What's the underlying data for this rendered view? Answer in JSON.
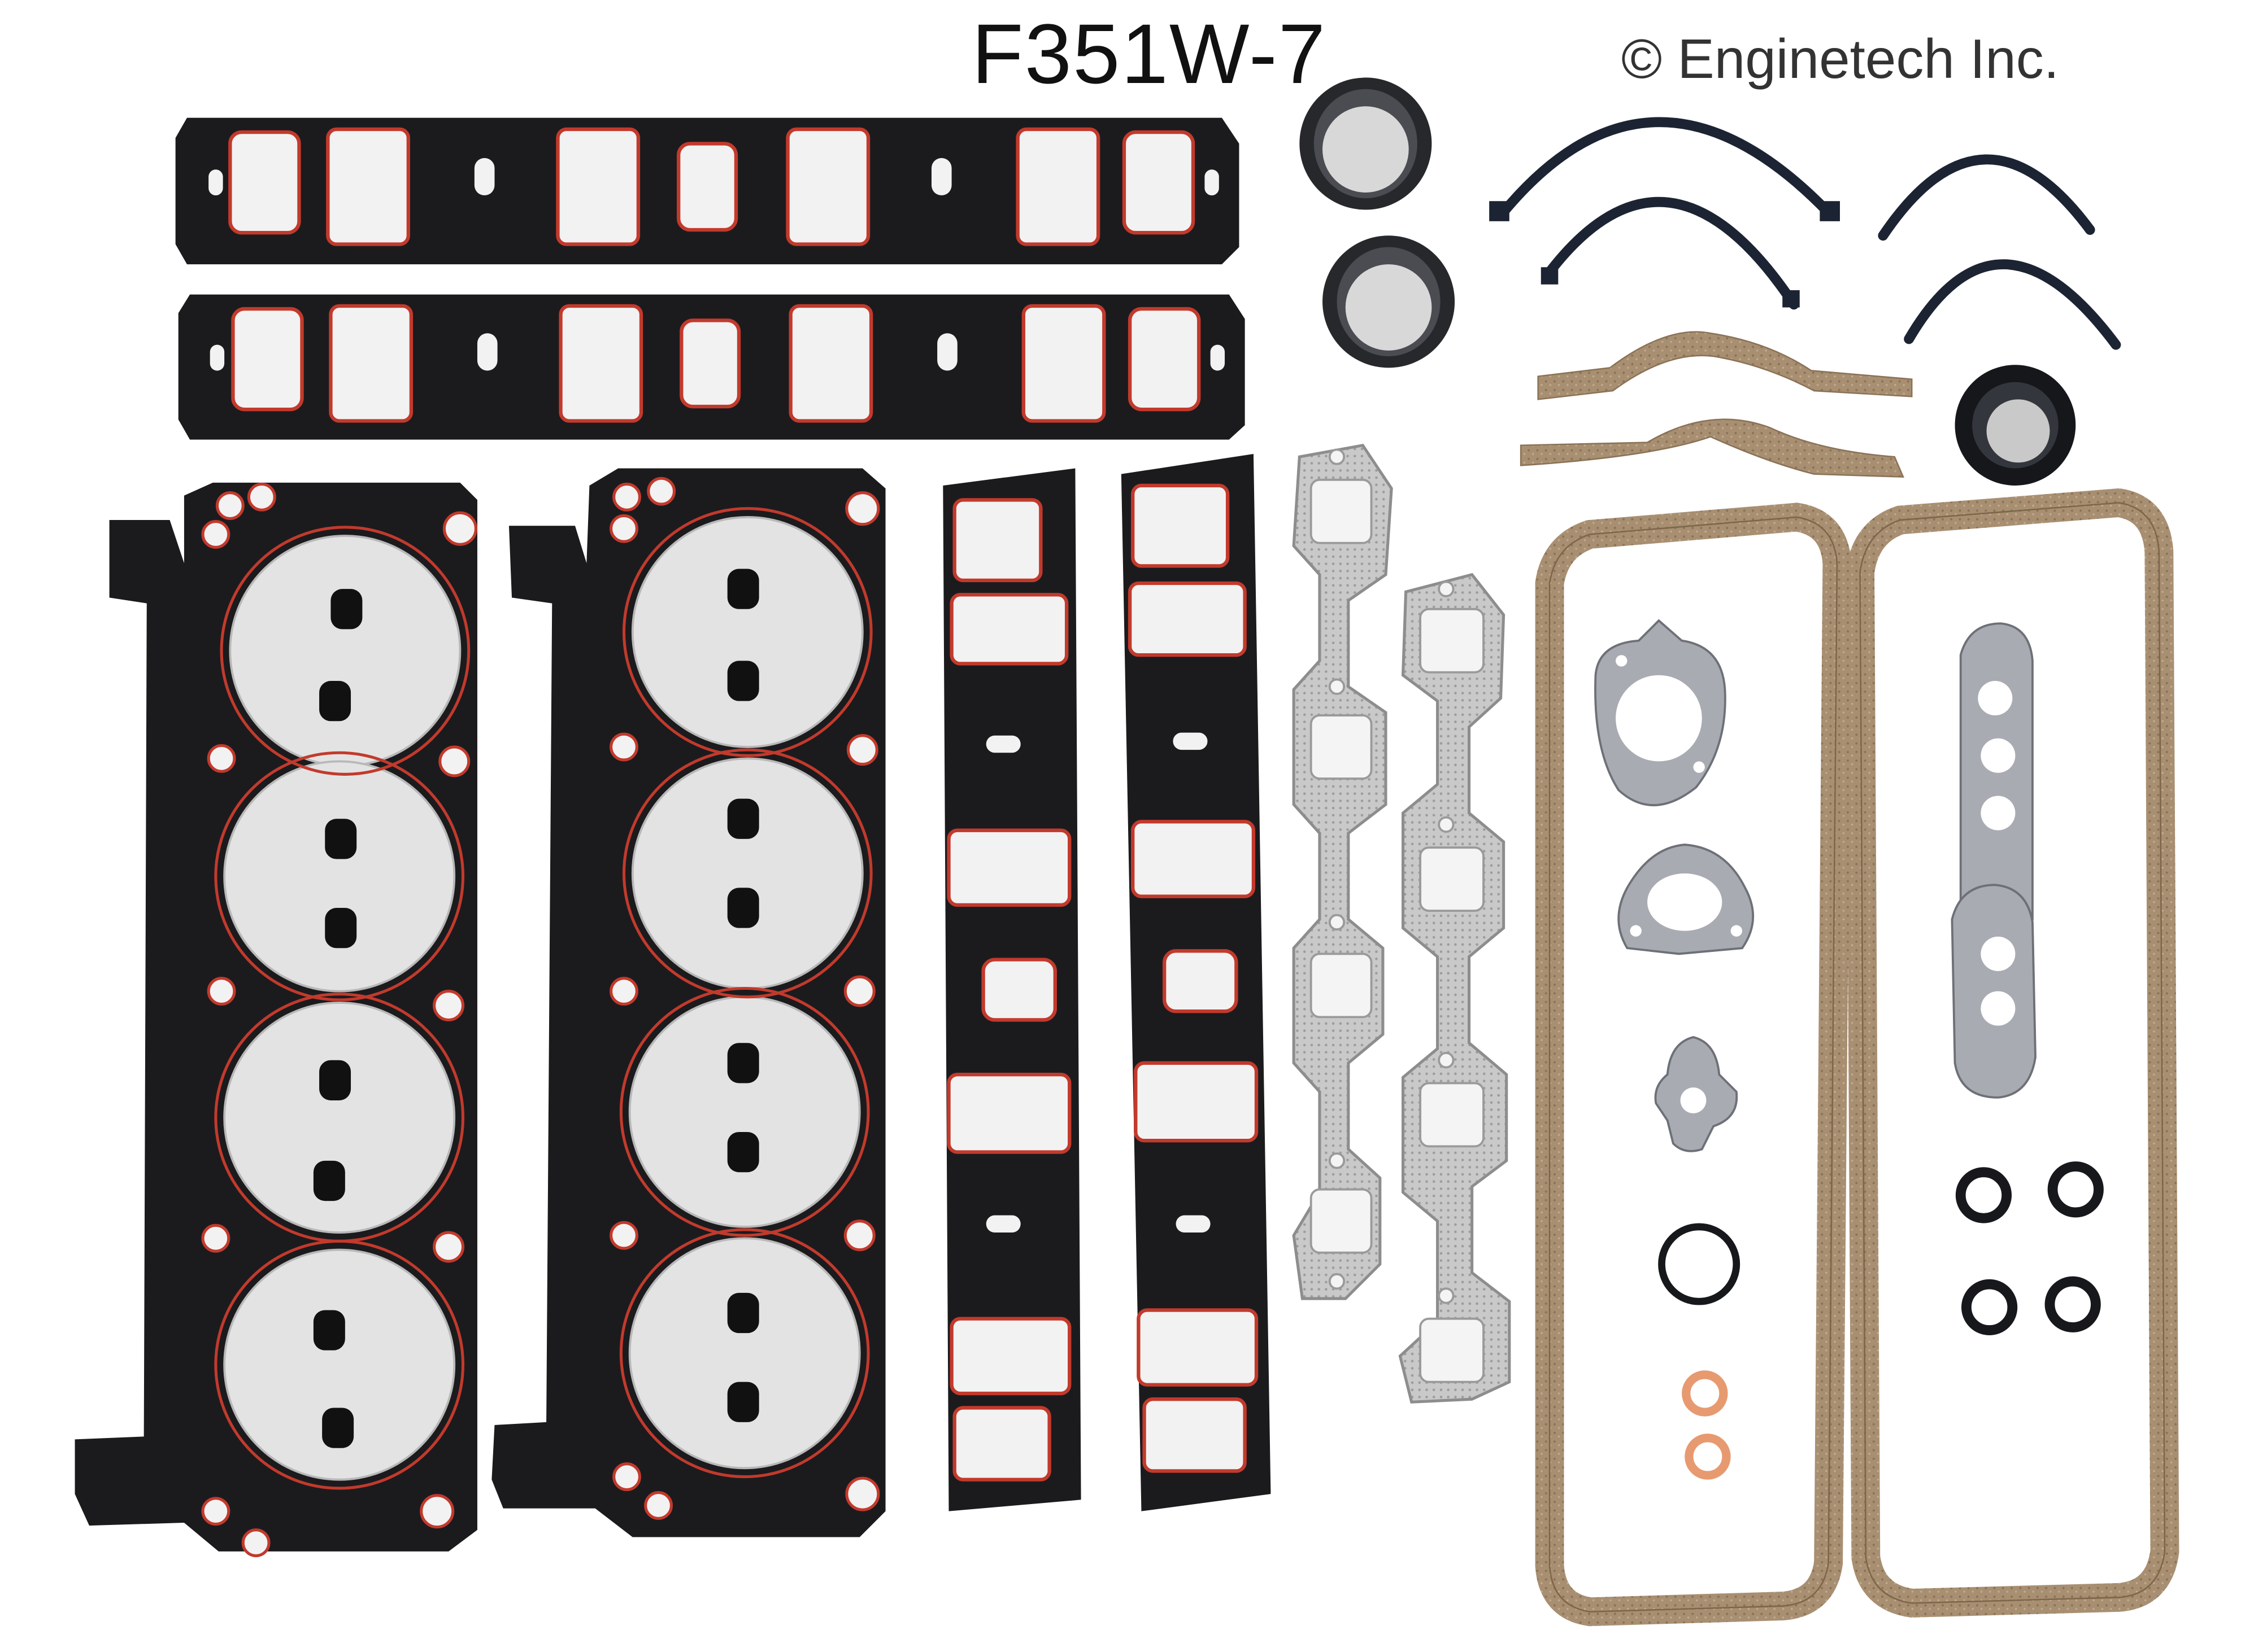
{
  "part_number": "F351W-7",
  "copyright": "© Enginetech Inc.",
  "colors": {
    "background": "#ffffff",
    "gasket_black": "#1b1b1e",
    "seal_red": "#c23a2c",
    "cylinder_fill": "#e3e3e3",
    "cork": "#a88f72",
    "exhaust_gray": "#c6c6c6",
    "copper": "#e79a70",
    "rubber": "#16171b"
  },
  "items": [
    "intake-manifold-gasket-top",
    "intake-manifold-gasket-bottom",
    "cylinder-head-gasket-left",
    "cylinder-head-gasket-right",
    "valley-gasket-left",
    "valley-gasket-right",
    "exhaust-manifold-gasket-left",
    "exhaust-manifold-gasket-right",
    "exhaust-donut-seal-top",
    "exhaust-donut-seal-bottom",
    "rear-main-seal-halves",
    "oil-pan-end-seals",
    "timing-cover-cork-strips",
    "front-crank-seal",
    "valve-cover-gasket-left",
    "valve-cover-gasket-right",
    "thermostat-gasket",
    "fuel-pump-gasket",
    "small-flange-gasket",
    "egr-gaskets",
    "o-rings",
    "copper-washers"
  ]
}
